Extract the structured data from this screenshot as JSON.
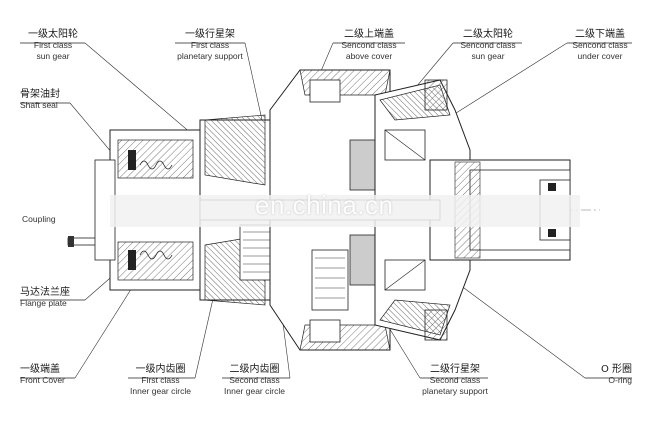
{
  "labels": {
    "first_sun_gear": {
      "zh": "一级太阳轮",
      "en_1": "First class",
      "en_2": "sun gear"
    },
    "first_planet_carrier": {
      "zh": "一级行星架",
      "en_1": "First class",
      "en_2": "planetary support"
    },
    "second_above_cover": {
      "zh": "二级上端盖",
      "en_1": "Sencond class",
      "en_2": "above cover"
    },
    "second_sun_gear": {
      "zh": "二级太阳轮",
      "en_1": "Sencond class",
      "en_2": "sun gear"
    },
    "second_under_cover": {
      "zh": "二级下端盖",
      "en_1": "Sencond class",
      "en_2": "under cover"
    },
    "shaft_seal": {
      "zh": "骨架油封",
      "en_1": "Shaft seal"
    },
    "coupling": {
      "en_1": "Coupling"
    },
    "flange_plate": {
      "zh": "马达法兰座",
      "en_1": "Flange plate"
    },
    "front_cover": {
      "zh": "一级端盖",
      "en_1": "Front Cover"
    },
    "first_inner_gear": {
      "zh": "一级内齿圈",
      "en_1": "First class",
      "en_2": "Inner gear circle"
    },
    "second_inner_gear": {
      "zh": "二级内齿圈",
      "en_1": "Second class",
      "en_2": "Inner gear circle"
    },
    "second_planet_carrier": {
      "zh": "二级行星架",
      "en_1": "Second class",
      "en_2": "planetary support"
    },
    "o_ring": {
      "zh": "O 形圈",
      "en_1": "O-ring"
    }
  },
  "watermark": "en.china.cn"
}
